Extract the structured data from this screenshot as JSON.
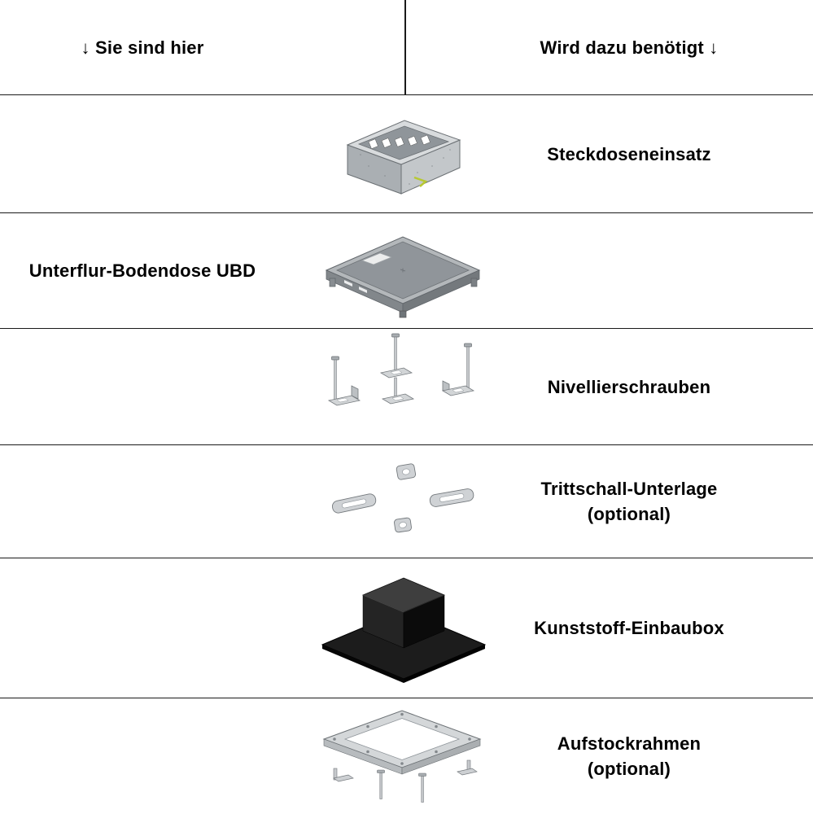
{
  "header": {
    "left": "↓ Sie sind hier",
    "right": "Wird dazu benötigt ↓"
  },
  "rows": [
    {
      "image_name": "socket-insert-illustration",
      "left_label": "",
      "right_label": "Steckdoseneinsatz",
      "right_label_line2": ""
    },
    {
      "image_name": "underfloor-box-illustration",
      "left_label": "Unterflur-Bodendose UBD",
      "right_label": "",
      "right_label_line2": ""
    },
    {
      "image_name": "leveling-screws-illustration",
      "left_label": "",
      "right_label": "Nivellierschrauben",
      "right_label_line2": ""
    },
    {
      "image_name": "impact-sound-pads-illustration",
      "left_label": "",
      "right_label": "Trittschall-Unterlage",
      "right_label_line2": "(optional)"
    },
    {
      "image_name": "plastic-mounting-box-illustration",
      "left_label": "",
      "right_label": "Kunststoff-Einbaubox",
      "right_label_line2": ""
    },
    {
      "image_name": "extension-frame-illustration",
      "left_label": "",
      "right_label": "Aufstockrahmen",
      "right_label_line2": "(optional)"
    }
  ],
  "colors": {
    "background": "#ffffff",
    "text": "#000000",
    "divider_line": "#1a1a1a",
    "metal_light": "#d8dbdd",
    "metal_mid": "#b3b7ba",
    "metal_dark": "#8f959a",
    "plastic_black": "#141414",
    "wire_yellow_green": "#b7c832"
  }
}
